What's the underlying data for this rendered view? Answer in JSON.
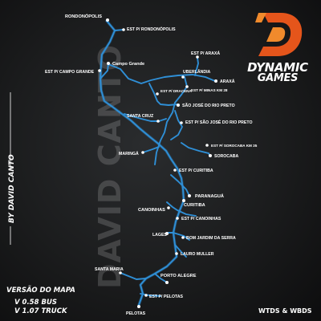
{
  "watermark_text": "DAVID CANTO",
  "credit_vertical": "BY DAVID CANTO",
  "brand": {
    "line1": "DYNAMIC",
    "line2": "GAMES",
    "color_primary": "#e5551b",
    "color_secondary": "#f08a2c"
  },
  "version": {
    "title": "VERSÃO DO MAPA",
    "bus": "V 0.58 BUS",
    "truck": "V 1.07 TRUCK"
  },
  "credit_bottom": "WTDS & WBDS",
  "colors": {
    "road": "#2f8fd6",
    "label": "#ffffff",
    "background": "#1e1f20"
  },
  "places": [
    {
      "name": "RONDONÓPOLIS"
    },
    {
      "name": "EST P/ RONDONÓPOLIS"
    },
    {
      "name": "EST P/ ARAXÁ"
    },
    {
      "name": "Campo Grande"
    },
    {
      "name": "EST P/ CAMPO GRANDE"
    },
    {
      "name": "UBERLÂNDIA"
    },
    {
      "name": "ARAXÁ"
    },
    {
      "name": "EST P/ MINAS KM 28"
    },
    {
      "name": "EST P/ DRACENA"
    },
    {
      "name": "SÃO JOSÉ DO RIO PRETO"
    },
    {
      "name": "SANTA CRUZ"
    },
    {
      "name": "EST P/  SÃO JOSÉ DO RIO PRETO"
    },
    {
      "name": "EST  P/  SOROCABA KM 35"
    },
    {
      "name": "MARINGÁ"
    },
    {
      "name": "SOROCABA"
    },
    {
      "name": "EST P/ CURITIBA"
    },
    {
      "name": "PARANAGUÁ"
    },
    {
      "name": "CURITIBA"
    },
    {
      "name": "CANOINHAS"
    },
    {
      "name": "EST  P/  CANOINHAS"
    },
    {
      "name": "LAGES"
    },
    {
      "name": "BOM JARDIM DA SERRA"
    },
    {
      "name": "LAURO MULLER"
    },
    {
      "name": "SANTA MARIA"
    },
    {
      "name": "PORTO ALEGRE"
    },
    {
      "name": "EST  P/  PELOTAS"
    },
    {
      "name": "PELOTAS"
    }
  ]
}
